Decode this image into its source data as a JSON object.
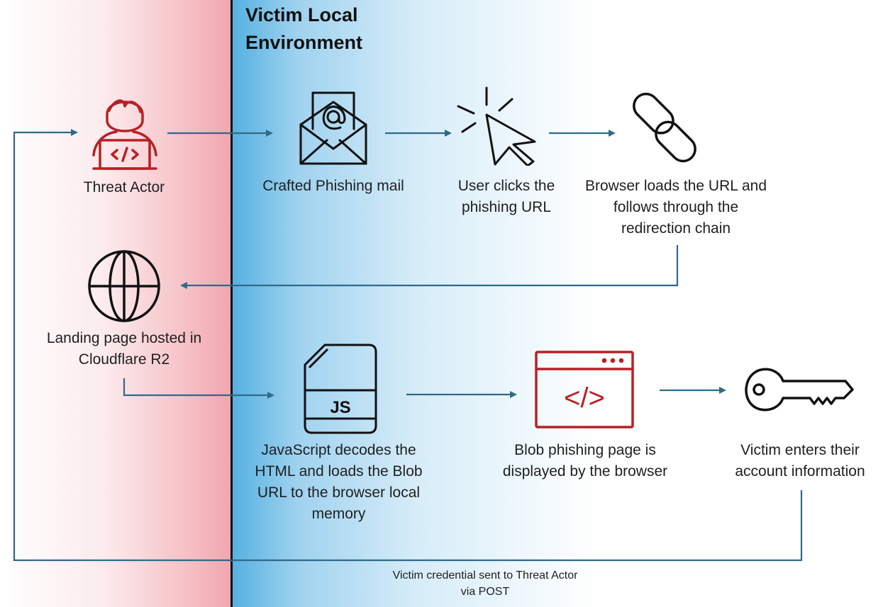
{
  "environment": {
    "title": "Victim Local Environment"
  },
  "nodes": [
    {
      "id": "threat-actor",
      "label": "Threat Actor",
      "icon": "hacker-icon"
    },
    {
      "id": "phishing-mail",
      "label": "Crafted Phishing mail",
      "icon": "envelope-icon"
    },
    {
      "id": "user-click",
      "label": "User clicks the phishing URL",
      "icon": "cursor-click-icon"
    },
    {
      "id": "browser-loads",
      "label": "Browser loads the URL and follows through the redirection chain",
      "icon": "link-icon"
    },
    {
      "id": "landing-page",
      "label": "Landing page hosted in Cloudflare R2",
      "icon": "globe-icon"
    },
    {
      "id": "js-decode",
      "label": "JavaScript decodes the HTML and loads the Blob URL to the browser local memory",
      "icon": "js-file-icon",
      "icon_text": "JS"
    },
    {
      "id": "blob-page",
      "label": "Blob phishing page is displayed by the browser",
      "icon": "code-window-icon",
      "icon_text": "</>"
    },
    {
      "id": "victim-enters",
      "label": "Victim enters their account information",
      "icon": "key-icon"
    }
  ],
  "return_edge": {
    "label": "Victim credential sent to Threat Actor via POST"
  },
  "colors": {
    "arrow": "#2f6a8a",
    "accent_red": "#b82025",
    "line_dark": "#111111"
  }
}
